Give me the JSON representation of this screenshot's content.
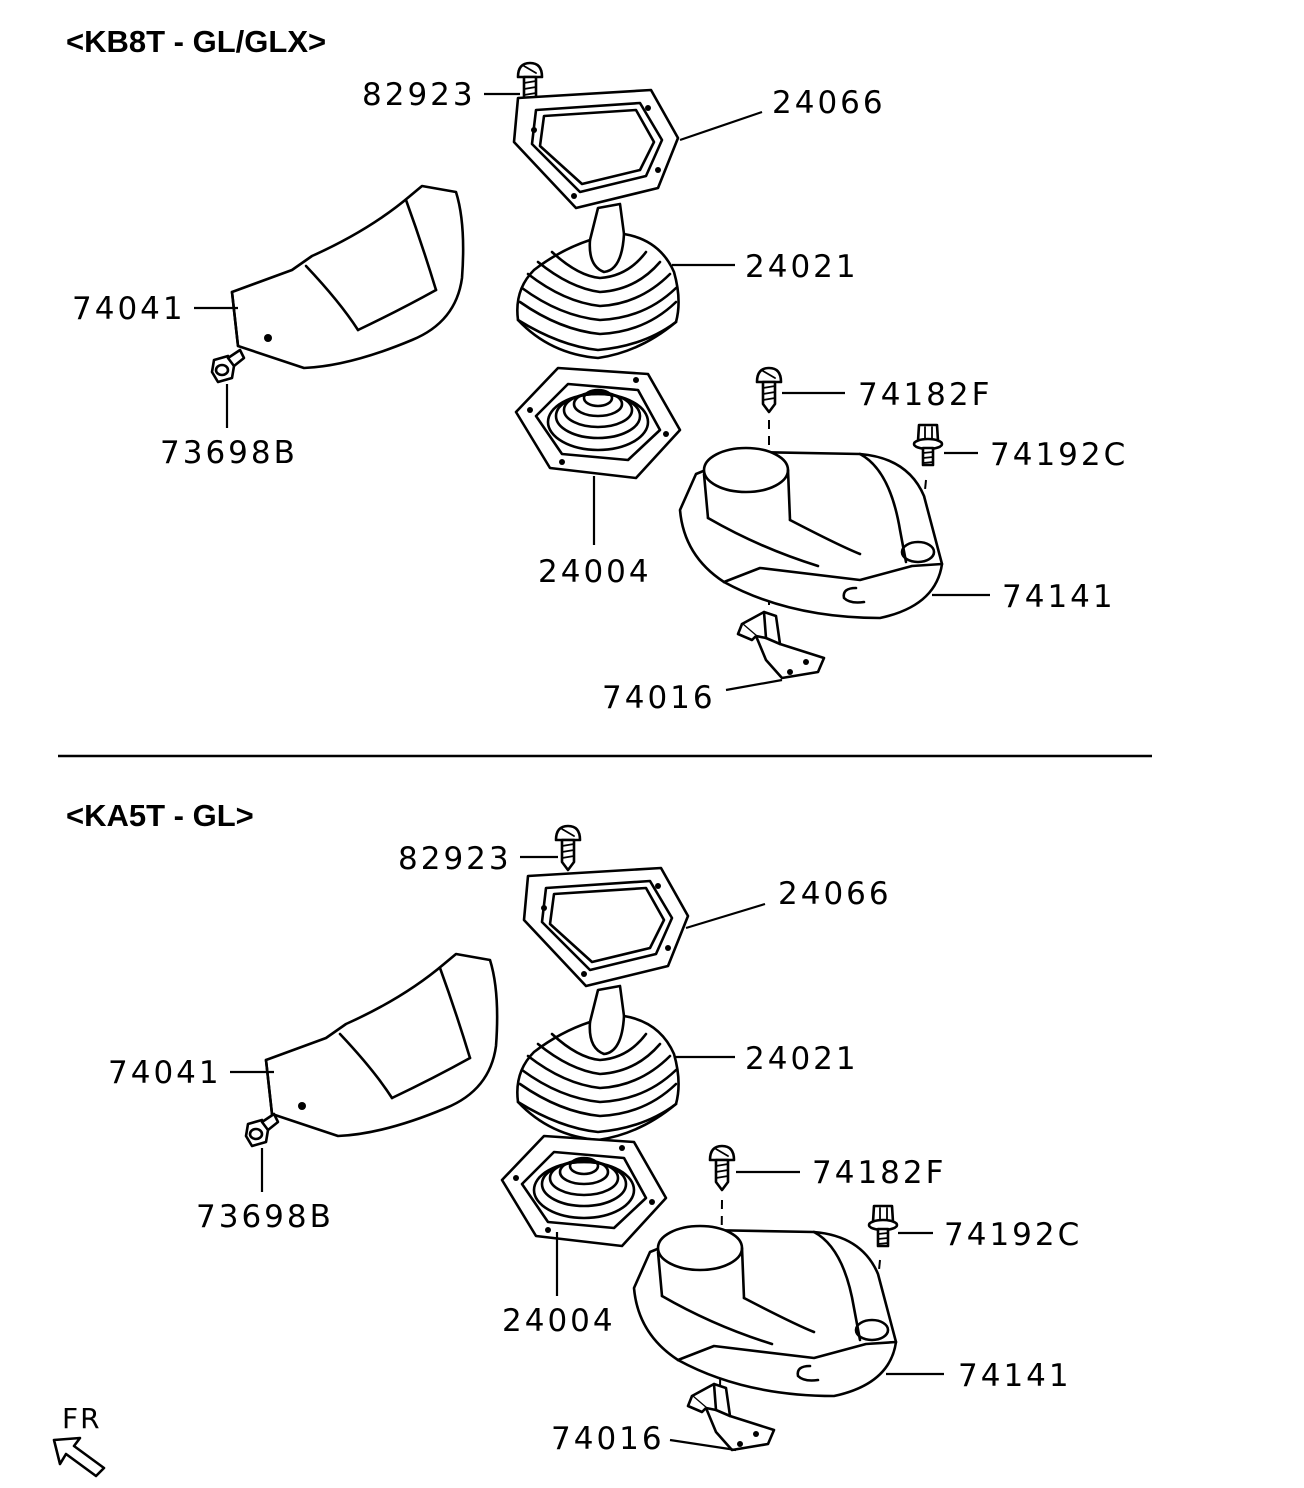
{
  "sections": [
    {
      "title": "<KB8T - GL/GLX>",
      "labels": {
        "screw": "82923",
        "plate": "24066",
        "outer_boot": "24021",
        "cover": "74041",
        "clip": "73698B",
        "inner_boot": "24004",
        "screw_f": "74182F",
        "bolt_c": "74192C",
        "console": "74141",
        "bracket": "74016"
      }
    },
    {
      "title": "<KA5T - GL>",
      "labels": {
        "screw": "82923",
        "plate": "24066",
        "outer_boot": "24021",
        "cover": "74041",
        "clip": "73698B",
        "inner_boot": "24004",
        "screw_f": "74182F",
        "bolt_c": "74192C",
        "console": "74141",
        "bracket": "74016"
      }
    }
  ],
  "front_indicator": "FR"
}
